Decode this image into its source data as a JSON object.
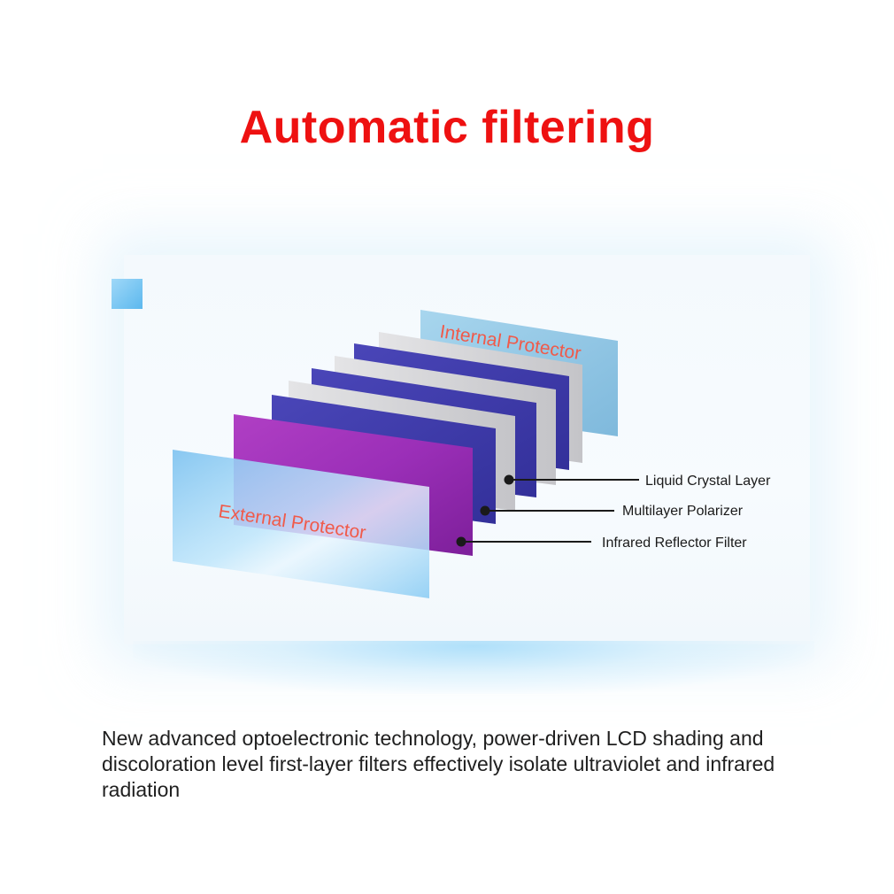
{
  "title": "Automatic filtering",
  "colors": {
    "title": "#ee1111",
    "layer_label": "#f05a4a",
    "purple_layer": "#9a2bb0",
    "indigo_layer": "#3e3aa8",
    "gray_layer": "#cfcfd2",
    "internal_protector": "#8ec6e4",
    "external_protector": "#9fd6f6",
    "callout_text": "#1a1a1a"
  },
  "layers": {
    "internal_protector": "Internal Protector",
    "external_protector": "External Protector"
  },
  "callouts": [
    "Liquid Crystal Layer",
    "Multilayer Polarizer",
    "Infrared Reflector Filter"
  ],
  "description": "New advanced optoelectronic technology, power-driven LCD shading and discoloration level first-layer filters effectively isolate ultraviolet and infrared radiation"
}
